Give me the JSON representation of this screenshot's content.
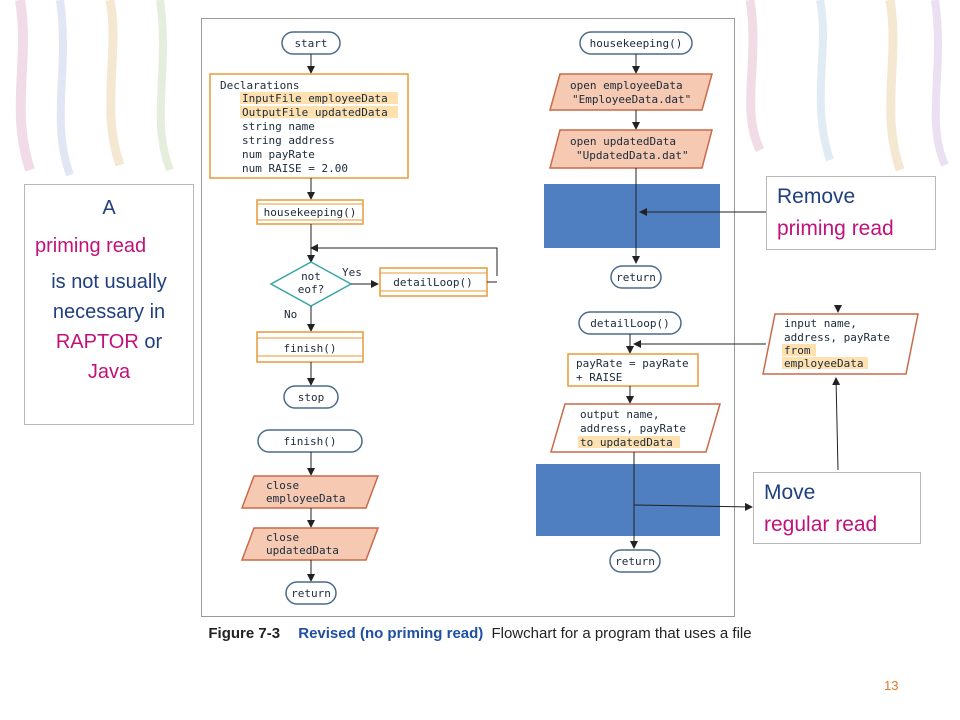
{
  "colors": {
    "slide_bg": "#ffffff",
    "terminal_border": "#4a6a8a",
    "process_border": "#e89a3a",
    "io_fill": "#f6c9b2",
    "io_border": "#c96a4a",
    "decision_border": "#3aa6a6",
    "highlight": "#ffe1b0",
    "cover_blue": "#4f7ec1",
    "text_blue": "#1f3f7f",
    "text_magenta": "#c0127a",
    "caption_title_blue": "#1f4fa0",
    "slide_number_orange": "#e07b28"
  },
  "flowchart": {
    "start": "start",
    "declarations": [
      "Declarations",
      "InputFile employeeData",
      "OutputFile updatedData",
      "string name",
      "string address",
      "num payRate",
      "num RAISE = 2.00"
    ],
    "housekeeping_call": "housekeeping()",
    "decision": [
      "not",
      "eof?"
    ],
    "yes_label": "Yes",
    "no_label": "No",
    "detail_loop_call": "detailLoop()",
    "finish_call": "finish()",
    "stop": "stop",
    "finish_module": "finish()",
    "close_employee": [
      "close",
      "employeeData"
    ],
    "close_updated": [
      "close",
      "updatedData"
    ],
    "finish_return": "return",
    "housekeeping_module": "housekeeping()",
    "open_employee": [
      "open employeeData",
      "\"EmployeeData.dat\""
    ],
    "open_updated": [
      "open updatedData",
      "\"UpdatedData.dat\""
    ],
    "housekeeping_return": "return",
    "detail_module": "detailLoop()",
    "payrate": [
      "payRate = payRate",
      "+ RAISE"
    ],
    "output_stmt": [
      "output name,",
      "address, payRate",
      "to updatedData"
    ],
    "detail_return": "return",
    "input_stmt": [
      "input name,",
      "address, payRate",
      "from",
      "employeeData"
    ]
  },
  "notes": {
    "left": {
      "line_a": "A",
      "line_priming": "priming read",
      "line_rest": "is not usually necessary in",
      "raptor": "RAPTOR",
      "or": "or",
      "java": "Java"
    },
    "remove": {
      "line1": "Remove",
      "line2": "priming read"
    },
    "move": {
      "line1": "Move",
      "line2": "regular read"
    }
  },
  "caption": {
    "number": "Figure 7-3",
    "title": "Revised (no priming read)",
    "rest": "Flowchart for a program that uses a file"
  },
  "slide_number": "13",
  "icons": [
    "arrow-icon"
  ]
}
